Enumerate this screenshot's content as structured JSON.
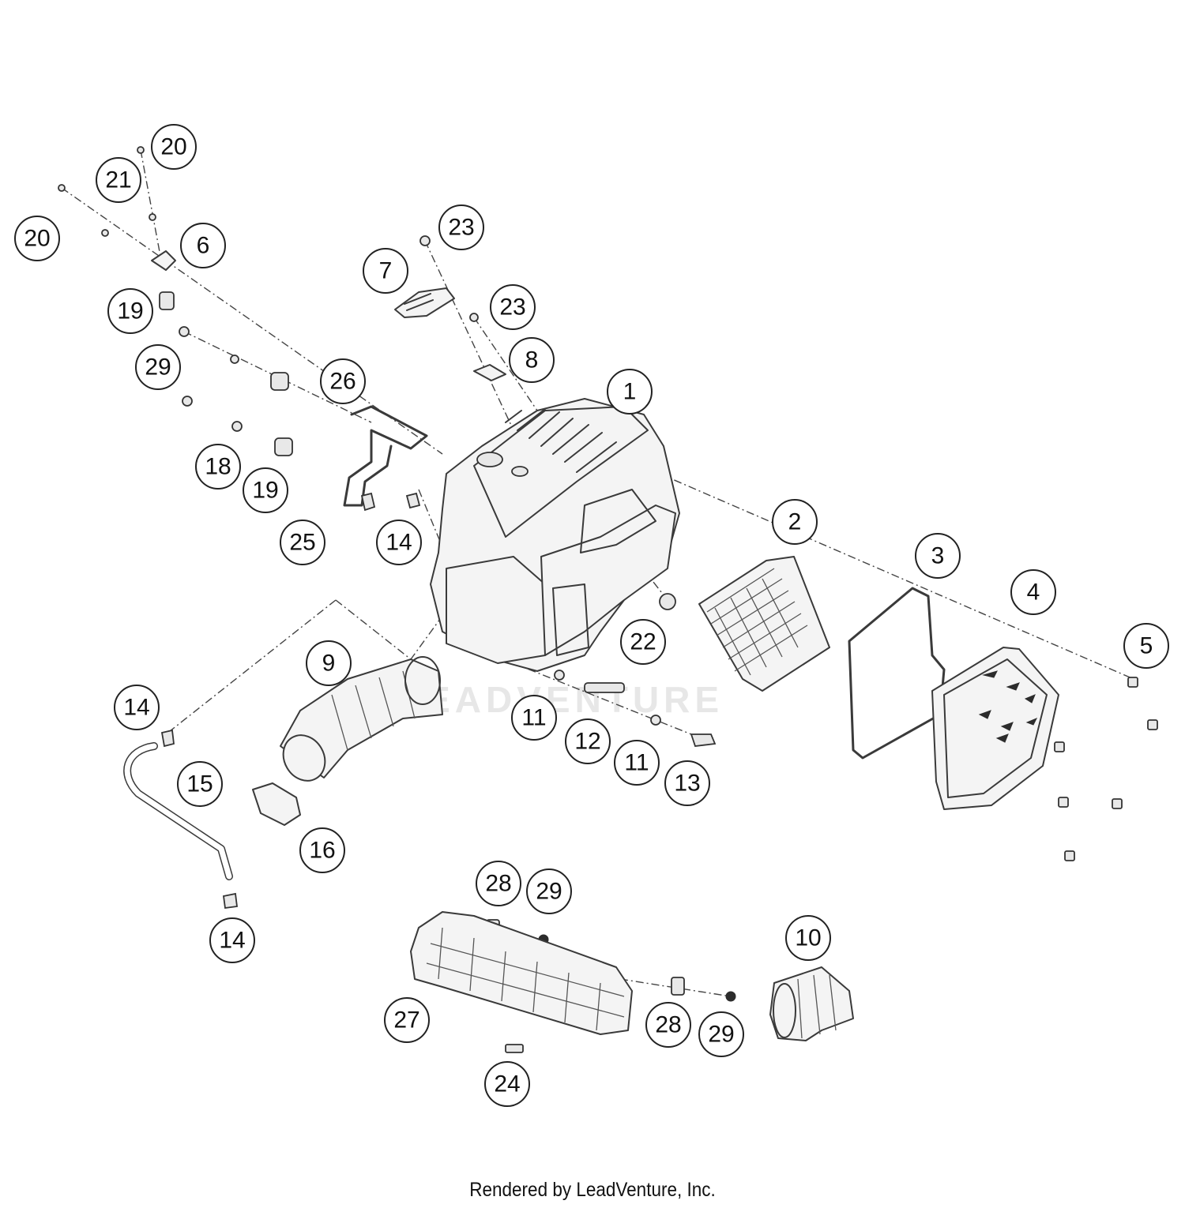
{
  "diagram": {
    "callouts": [
      {
        "label": "20"
      },
      {
        "label": "21"
      },
      {
        "label": "20"
      },
      {
        "label": "6"
      },
      {
        "label": "19"
      },
      {
        "label": "29"
      },
      {
        "label": "18"
      },
      {
        "label": "19"
      },
      {
        "label": "25"
      },
      {
        "label": "26"
      },
      {
        "label": "14"
      },
      {
        "label": "7"
      },
      {
        "label": "23"
      },
      {
        "label": "23"
      },
      {
        "label": "8"
      },
      {
        "label": "1"
      },
      {
        "label": "2"
      },
      {
        "label": "3"
      },
      {
        "label": "4"
      },
      {
        "label": "5"
      },
      {
        "label": "22"
      },
      {
        "label": "9"
      },
      {
        "label": "11"
      },
      {
        "label": "12"
      },
      {
        "label": "11"
      },
      {
        "label": "13"
      },
      {
        "label": "14"
      },
      {
        "label": "15"
      },
      {
        "label": "16"
      },
      {
        "label": "14"
      },
      {
        "label": "28"
      },
      {
        "label": "29"
      },
      {
        "label": "10"
      },
      {
        "label": "27"
      },
      {
        "label": "28"
      },
      {
        "label": "29"
      },
      {
        "label": "24"
      }
    ],
    "watermark": "LEADVENTURE"
  },
  "footer": {
    "credit": "Rendered by LeadVenture, Inc."
  }
}
